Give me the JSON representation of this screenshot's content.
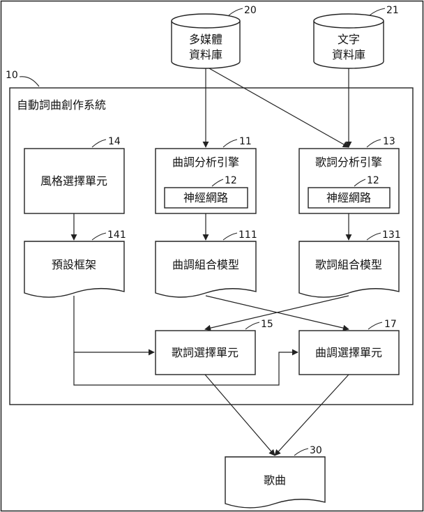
{
  "system": {
    "ref": "10",
    "title": "自動詞曲創作系統"
  },
  "db_multimedia": {
    "ref": "20",
    "line1": "多媒體",
    "line2": "資料庫"
  },
  "db_text": {
    "ref": "21",
    "line1": "文字",
    "line2": "資料庫"
  },
  "style_unit": {
    "ref": "14",
    "label": "風格選擇單元"
  },
  "melody_engine": {
    "ref": "11",
    "label": "曲調分析引擎",
    "nn_ref": "12",
    "nn_label": "神經網路"
  },
  "lyrics_engine": {
    "ref": "13",
    "label": "歌詞分析引擎",
    "nn_ref": "12",
    "nn_label": "神經網路"
  },
  "preset_frame": {
    "ref": "141",
    "label": "預設框架"
  },
  "melody_model": {
    "ref": "111",
    "label": "曲調組合模型"
  },
  "lyrics_model": {
    "ref": "131",
    "label": "歌詞組合模型"
  },
  "lyrics_select": {
    "ref": "15",
    "label": "歌詞選擇單元"
  },
  "melody_select": {
    "ref": "17",
    "label": "曲調選擇單元"
  },
  "song": {
    "ref": "30",
    "label": "歌曲"
  }
}
